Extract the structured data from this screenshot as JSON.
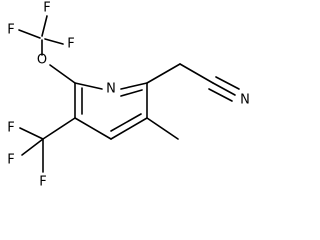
{
  "molecule": {
    "atoms": {
      "f_top_1": "F",
      "f_top_2": "F",
      "f_top_3": "F",
      "o_ether": "O",
      "n_ring": "N",
      "n_nitrile": "N",
      "f_bot_1": "F",
      "f_bot_2": "F",
      "f_bot_3": "F"
    },
    "colors": {
      "bond": "#000000",
      "label": "#000000",
      "background": "#ffffff"
    }
  }
}
